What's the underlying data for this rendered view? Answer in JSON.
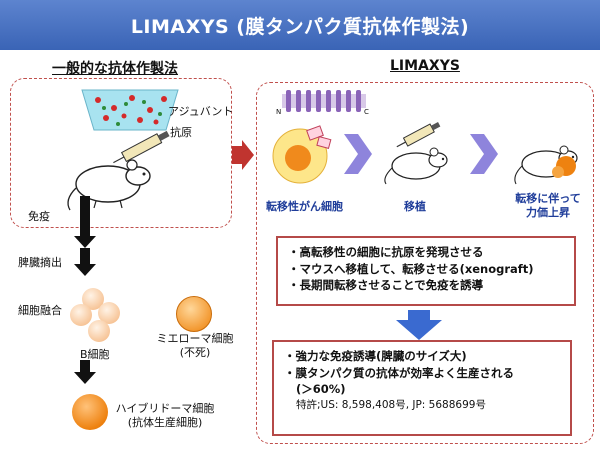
{
  "title": "LIMAXYS (膜タンパク質抗体作製法)",
  "left": {
    "section_title": "一般的な抗体作製法",
    "adjuvant_label": "アジュバント",
    "antigen_label": "抗原",
    "immunization_label": "免疫",
    "spleen_label": "脾臓摘出",
    "fusion_label": "細胞融合",
    "b_cell_label": "B細胞",
    "myeloma_label": "ミエローマ細胞\n(不死)",
    "hybridoma_label": "ハイブリドーマ細胞\n(抗体生産細胞)"
  },
  "right": {
    "section_title": "LIMAXYS",
    "membrane_n": "N",
    "membrane_c": "C",
    "step1": "転移性がん細胞",
    "step2": "移植",
    "step3": "転移に伴って\n力価上昇",
    "box1": [
      "・高転移性の細胞に抗原を発現させる",
      "・マウスへ移植して、転移させる(xenograft)",
      "・長期間転移させることで免疫を誘導"
    ],
    "box2_lines": [
      "・強力な免疫誘導(脾臓のサイズ大)",
      "・膜タンパク質の抗体が効率よく生産される",
      "(＞60%)"
    ],
    "box2_patent": "特許;US: 8,598,408号, JP: 5688699号"
  },
  "colors": {
    "title_bg": "#3a64b6",
    "dashed_border": "#c0504d",
    "accent_blue": "#1f3d9a",
    "arrow_purple": "#7a6fd6",
    "cell_orange": "#ee8210"
  }
}
